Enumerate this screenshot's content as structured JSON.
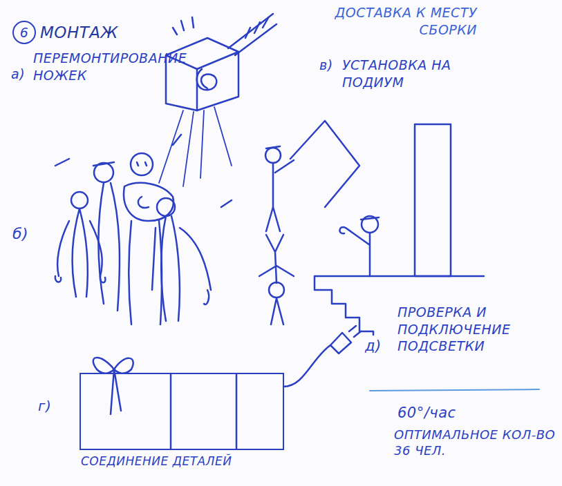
{
  "diagram": {
    "title": "МОНТАЖ",
    "nodes": [
      {
        "text": [
          "СОЕДИНЕНИЕ ДЕТАЛЕЙ"
        ]
      }
    ],
    "labels": [
      "6",
      "а)",
      "ПЕРЕМОНТИРОВАНИЕ НОЖЕК",
      "ДОСТАВКА К МЕСТУ СБОРКИ",
      "б)",
      "в)",
      "УСТАНОВКА НА ПОДИУМ",
      "г)",
      "д)",
      "ПРОВЕРКА И ПОДКЛЮЧЕНИЕ ПОДСВЕТКИ",
      "60°/час",
      "ОПТИМАЛЬНОЕ КОЛ-ВО 36 ЧЕЛ."
    ]
  }
}
